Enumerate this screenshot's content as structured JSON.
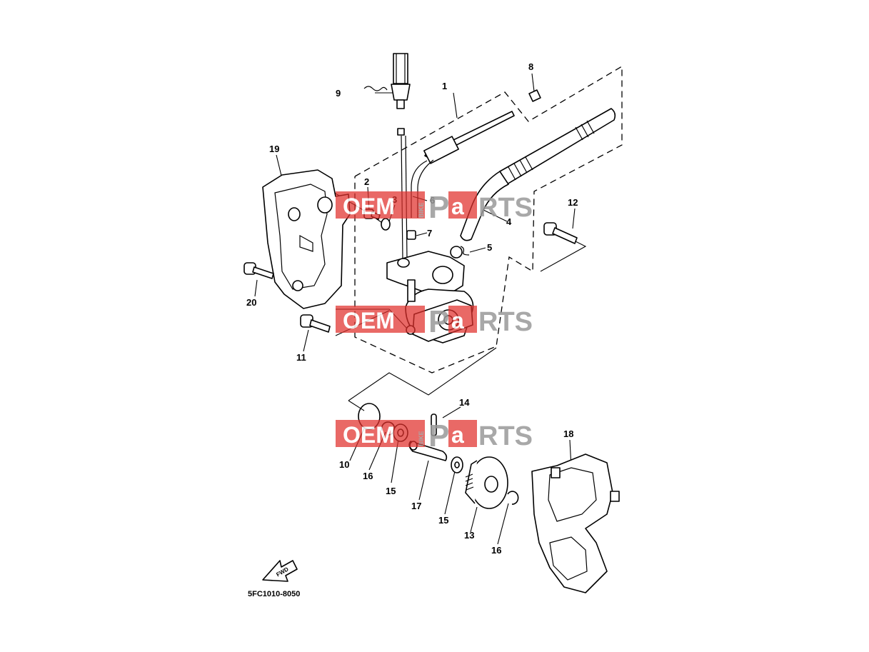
{
  "diagram": {
    "code": "5FC1010-8050",
    "fwd_label": "FWD",
    "part_numbers": [
      "1",
      "2",
      "3",
      "4",
      "5",
      "6",
      "7",
      "8",
      "9",
      "10",
      "11",
      "12",
      "13",
      "14",
      "15",
      "15",
      "16",
      "16",
      "17",
      "18",
      "19",
      "20"
    ]
  },
  "watermark": {
    "oem": "OEM",
    "bike": "BIKE",
    "p": "P",
    "a": "a",
    "rts": "RTS",
    "red": "#e0302c",
    "gray": "#9a9a9a"
  }
}
